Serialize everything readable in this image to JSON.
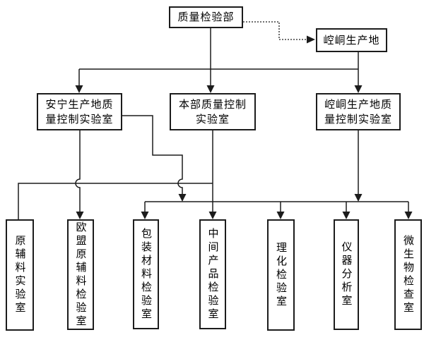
{
  "colors": {
    "background": "#ffffff",
    "line": "#1c1c1c",
    "box_border": "#1c1c1c",
    "box_fill": "#ffffff",
    "text": "#000000"
  },
  "nodes": {
    "qc_dept": {
      "label": "质量检验部"
    },
    "kongtong_site": {
      "label": "崆峒生产地"
    },
    "anning_lab": {
      "label": "安宁生产地质\n量控制实验室"
    },
    "hq_lab": {
      "label": "本部质量控制\n实验室"
    },
    "kongtong_lab": {
      "label": "崆峒生产地质\n量控制实验室"
    },
    "raw_materials_lab": {
      "label": "原辅料实验室"
    },
    "eu_raw_materials_lab": {
      "label": "欧盟原辅料检验室"
    },
    "packaging_materials_lab": {
      "label": "包装材料检验室"
    },
    "intermediate_product_lab": {
      "label": "中间产品检验室"
    },
    "physical_chemical_lab": {
      "label": "理化检验室"
    },
    "instrument_analysis_lab": {
      "label": "仪器分析室"
    },
    "microbiology_lab": {
      "label": "微生物检查室"
    }
  },
  "edges": [
    {
      "from": "qc_dept",
      "to": "kongtong_site",
      "style": "dotted-arrow"
    },
    {
      "from": "qc_dept",
      "to": "anning_lab",
      "style": "solid-arrow"
    },
    {
      "from": "qc_dept",
      "to": "hq_lab",
      "style": "solid-arrow"
    },
    {
      "from": "qc_dept",
      "to": "kongtong_lab",
      "style": "solid-arrow"
    },
    {
      "from": "kongtong_site",
      "to": "kongtong_lab",
      "style": "solid-arrow"
    },
    {
      "from": "anning_lab",
      "to": "eu_raw_materials_lab",
      "style": "solid-arrow, hops over bus-1"
    },
    {
      "from": "anning_lab",
      "to": "bottom-bus",
      "style": "solid-arrow, hops over bus-1"
    },
    {
      "from": "hq_lab",
      "to": "raw_materials_lab",
      "style": "solid via bus-1, no arrowhead"
    },
    {
      "from": "hq_lab",
      "to": "intermediate_product_lab",
      "style": "solid-arrow"
    },
    {
      "from": "kongtong_lab",
      "to": "bottom-bus",
      "style": "solid-arrow"
    },
    {
      "from": "bottom-bus",
      "to": "packaging_materials_lab",
      "style": "solid-arrow"
    },
    {
      "from": "bottom-bus",
      "to": "physical_chemical_lab",
      "style": "solid-arrow"
    },
    {
      "from": "bottom-bus",
      "to": "instrument_analysis_lab",
      "style": "solid-arrow"
    },
    {
      "from": "bottom-bus",
      "to": "microbiology_lab",
      "style": "solid-arrow"
    }
  ]
}
